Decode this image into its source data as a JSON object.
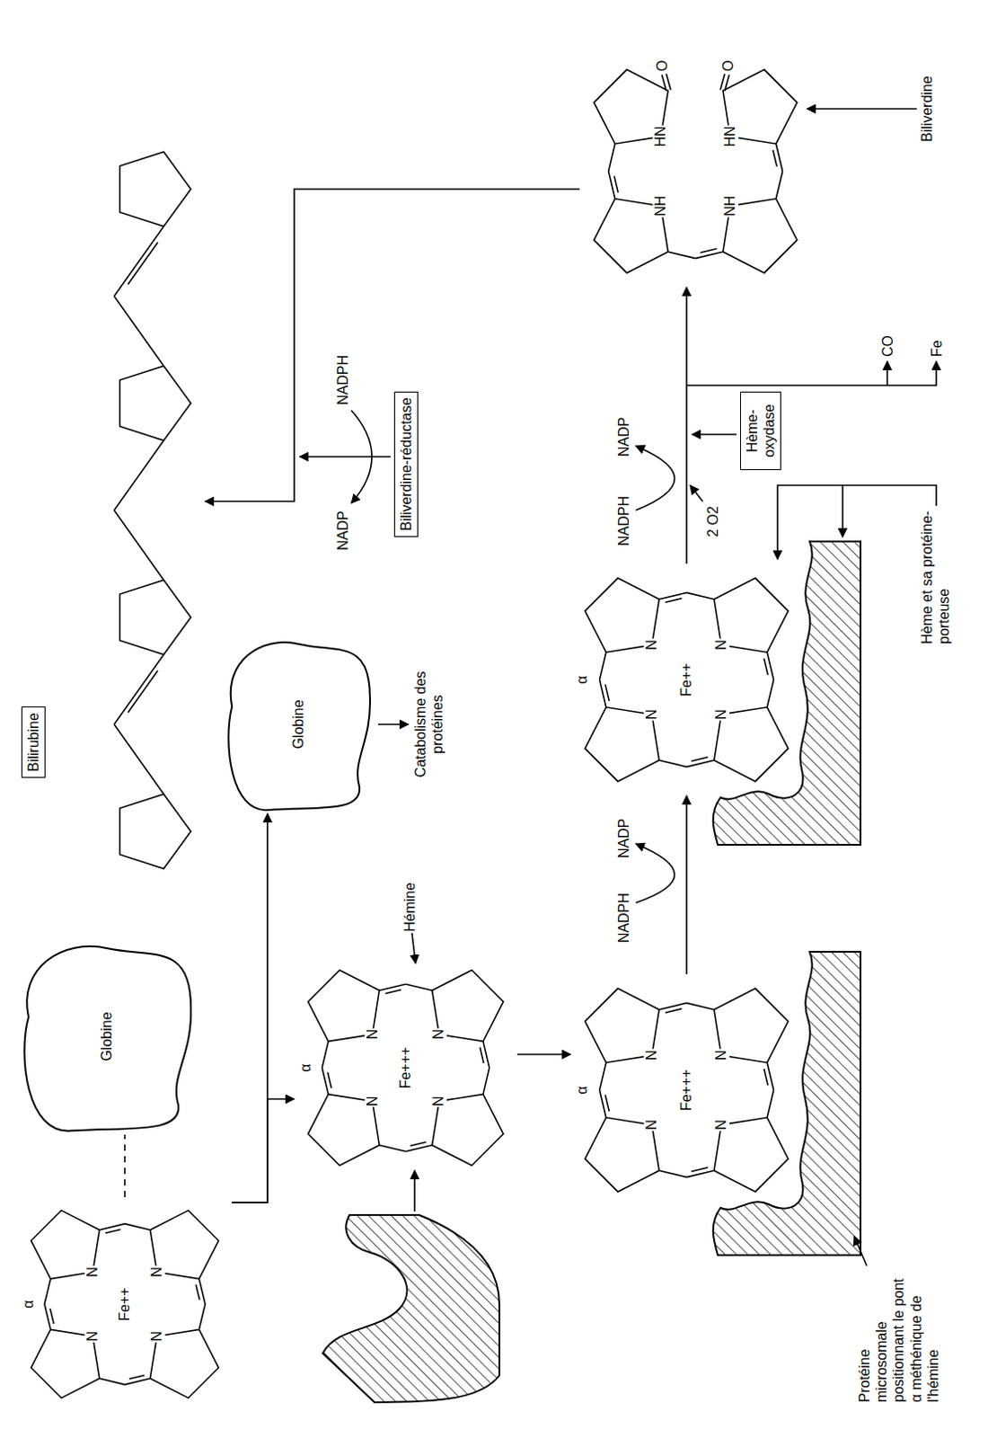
{
  "diagram": {
    "nodes": [
      {
        "text": [
          "α",
          "N",
          "N",
          "N",
          "N",
          "Fe++"
        ]
      },
      {
        "text": [
          "Globine"
        ]
      },
      {
        "text": [
          "Globine"
        ]
      },
      {
        "text": [
          "α",
          "N",
          "N",
          "N",
          "N",
          "Fe+++",
          "Hémine"
        ]
      },
      {
        "text": [
          "α",
          "N",
          "N",
          "N",
          "N",
          "Fe+++"
        ]
      },
      {
        "text": [
          "α",
          "N",
          "N",
          "N",
          "N",
          "Fe++"
        ]
      },
      {
        "text": [
          "Hème-oxydase"
        ]
      },
      {
        "text": [
          "O",
          "O",
          "NH",
          "NH",
          "HN",
          "HN",
          "Biliverdine"
        ]
      },
      {
        "text": [
          "Bilirubine"
        ]
      },
      {
        "text": [
          "Biliverdine-réductase"
        ]
      }
    ],
    "edges": [
      {
        "from": 0,
        "to": 1,
        "arrow": "none"
      },
      {
        "from": 0,
        "to": 3,
        "arrow": "to"
      },
      {
        "from": 0,
        "to": 2,
        "arrow": "to"
      },
      {
        "from": 3,
        "to": 4,
        "arrow": "to"
      },
      {
        "from": 4,
        "to": 5,
        "arrow": "to"
      },
      {
        "from": 5,
        "to": 7,
        "arrow": "to"
      },
      {
        "from": 7,
        "to": 8,
        "arrow": "to"
      }
    ],
    "labels": [
      "Catabolisme des protéines",
      "Protéine microsomale positionnant le pont α méthénique de l'hémine",
      "NADPH",
      "NADP",
      "Hème et sa protéine-porteuse",
      "NADPH",
      "NADP",
      "2 O2",
      "Fe",
      "CO",
      "NADP",
      "NADPH"
    ]
  }
}
